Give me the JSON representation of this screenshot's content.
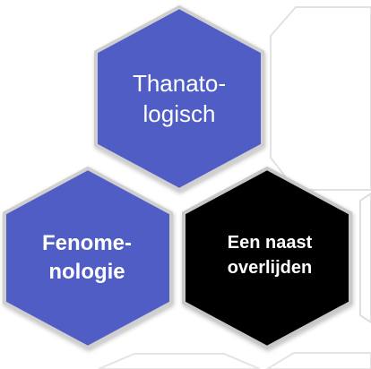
{
  "diagram": {
    "nodes": [
      {
        "id": "top",
        "text": "Thanato-\nlogisch",
        "fill": "#4F5DC4"
      },
      {
        "id": "left",
        "text": "Fenome-\nnologie",
        "fill": "#4F5DC4"
      },
      {
        "id": "right",
        "text": "Een naast\noverlijden",
        "fill": "#000000"
      }
    ],
    "colors": {
      "primary": "#4F5DC4",
      "dark": "#000000",
      "outline": "#c8c8c8",
      "edge": "#e4e4e4"
    }
  }
}
